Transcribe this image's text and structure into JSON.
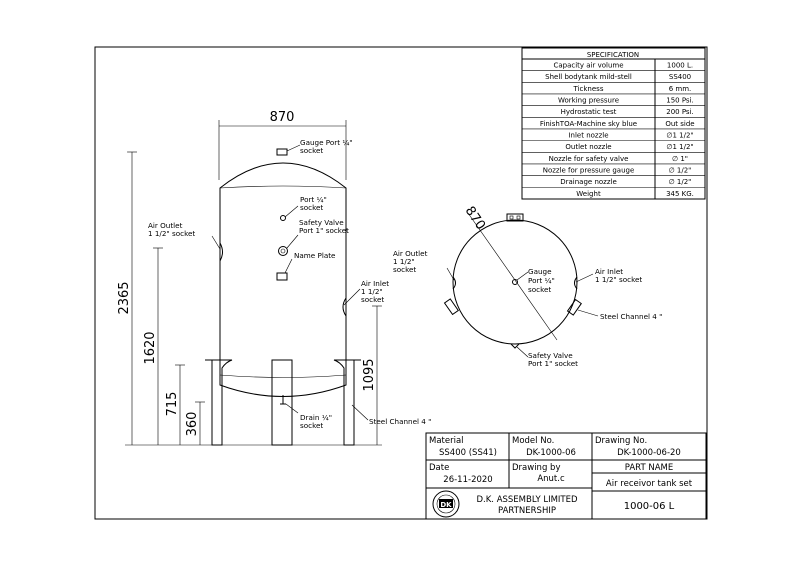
{
  "dimensions": {
    "width": "870",
    "height_total": "2365",
    "height_1620": "1620",
    "height_715": "715",
    "height_360": "360",
    "height_1095": "1095",
    "diameter_top": "870"
  },
  "side_view_labels": {
    "gauge_port": [
      "Gauge Port ¼\"",
      "socket"
    ],
    "port": [
      "Port ¼\"",
      "socket"
    ],
    "safety_valve": [
      "Safety Valve",
      "Port 1\" socket"
    ],
    "name_plate": "Name Plate",
    "air_outlet": [
      "Air Outlet",
      "1 1/2\" socket"
    ],
    "air_inlet": [
      "Air Inlet",
      "1 1/2\"",
      "socket"
    ],
    "drain": [
      "Drain ¼\"",
      "socket"
    ],
    "steel_channel": "Steel Channel 4 \""
  },
  "top_view_labels": {
    "air_outlet": [
      "Air Outlet",
      "1 1/2\"",
      "socket"
    ],
    "gauge_port": [
      "Gauge",
      "Port ¼\"",
      "socket"
    ],
    "air_inlet": [
      "Air Inlet",
      "1 1/2\" socket"
    ],
    "steel_channel": "Steel Channel 4 \"",
    "safety_valve": [
      "Safety Valve",
      "Port 1\" socket"
    ]
  },
  "specification": {
    "title": "SPECIFICATION",
    "rows": [
      {
        "label": "Capacity air volume",
        "value": "1000 L."
      },
      {
        "label": "Shell bodytank mild-stell",
        "value": "SS400"
      },
      {
        "label": "Tickness",
        "value": "6 mm."
      },
      {
        "label": "Working pressure",
        "value": "150 Psi."
      },
      {
        "label": "Hydrostatic test",
        "value": "200 Psi."
      },
      {
        "label": "FinishTOA-Machine sky blue",
        "value": "Out side"
      },
      {
        "label": "Inlet nozzle",
        "value": "∅1 1/2\""
      },
      {
        "label": "Outlet nozzle",
        "value": "∅1 1/2\""
      },
      {
        "label": "Nozzle for safety valve",
        "value": "∅   1\""
      },
      {
        "label": "Nozzle for pressure gauge",
        "value": "∅ 1/2\""
      },
      {
        "label": "Drainage nozzle",
        "value": "∅ 1/2\""
      },
      {
        "label": "Weight",
        "value": "345 KG."
      }
    ]
  },
  "title_block": {
    "material_label": "Material",
    "material_value": "SS400 (SS41)",
    "model_label": "Model No.",
    "model_value": "DK-1000-06",
    "drawing_no_label": "Drawing No.",
    "drawing_no_value": "DK-1000-06-20",
    "date_label": "Date",
    "date_value": "26-11-2020",
    "drawing_by_label": "Drawing by",
    "drawing_by_value": "Anut.c",
    "part_name_label": "PART NAME",
    "part_name_value": "Air receivor tank set",
    "company_line1": "D.K. ASSEMBLY LIMITED",
    "company_line2": "PARTNERSHIP",
    "logo_text": "DK",
    "part_code": "1000-06  L"
  }
}
